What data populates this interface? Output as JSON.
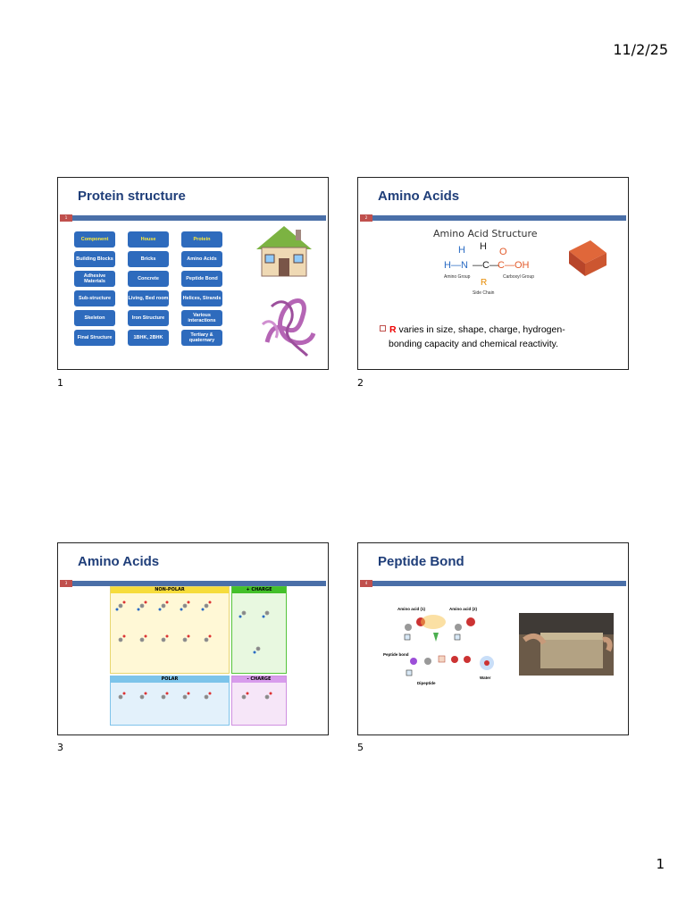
{
  "header": {
    "date": "11/2/25"
  },
  "footer": {
    "page_number": "1"
  },
  "slides": [
    {
      "title": "Protein structure",
      "label": "1",
      "table": {
        "headers": [
          "Component",
          "House",
          "Protein"
        ],
        "rows": [
          [
            "Building Blocks",
            "Bricks",
            "Amino Acids"
          ],
          [
            "Adhesive Materials",
            "Concrete",
            "Peptide Bond"
          ],
          [
            "Sub-structure",
            "Living, Bed room",
            "Helices, Strands"
          ],
          [
            "Skeleton",
            "Iron Structure",
            "Various interactions"
          ],
          [
            "Final Structure",
            "1BHK, 2BHK",
            "Tertiary & quaternary"
          ]
        ]
      }
    },
    {
      "title": "Amino Acids",
      "label": "2",
      "diagram_title": "Amino Acid Structure",
      "diagram_labels": {
        "amino": "Amino Group",
        "carboxyl": "Carboxyl Group",
        "side": "Side Chain"
      },
      "bullet_r": "R",
      "bullet_line1": " varies in size, shape, charge, hydrogen-",
      "bullet_line2": "bonding capacity and chemical reactivity."
    },
    {
      "title": "Amino Acids",
      "label": "3",
      "panels": {
        "nonpolar": "NON-POLAR",
        "poscharge": "+ CHARGE",
        "polar": "POLAR",
        "negcharge": "- CHARGE"
      }
    },
    {
      "title": "Peptide Bond",
      "label": "5",
      "labels": {
        "aa1": "Amino acid (1)",
        "aa2": "Amino acid (2)",
        "bond": "Peptide bond",
        "dipeptide": "Dipeptide",
        "water": "Water"
      }
    }
  ]
}
